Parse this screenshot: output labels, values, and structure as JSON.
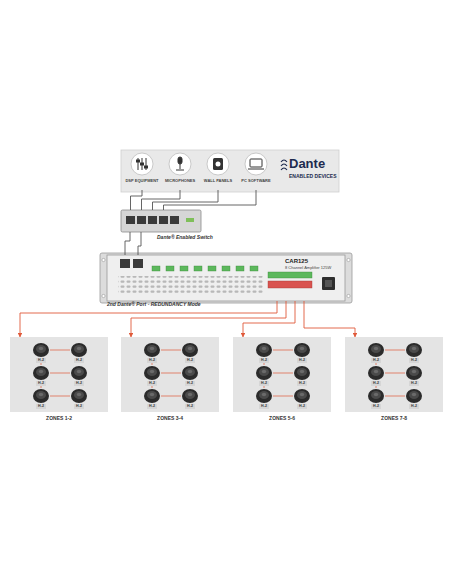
{
  "diagram": {
    "nodes": [
      {
        "text": [
          "Dante",
          "ENABLED DEVICES"
        ]
      },
      {
        "text": [
          "DSP EQUIPMENT"
        ],
        "in": 0
      },
      {
        "text": [
          "MICROPHONES"
        ],
        "in": 0
      },
      {
        "text": [
          "WALL PANELS"
        ],
        "in": 0
      },
      {
        "text": [
          "PC SOFTWARE"
        ],
        "in": 0
      },
      {
        "text": [
          "Dante® Enabled Switch"
        ]
      },
      {
        "text": [
          "CAR125",
          "8 Channel Amplifier 125W"
        ]
      },
      {
        "text": [
          "ZONES 1-2"
        ]
      },
      {
        "text": [
          "H-2"
        ],
        "in": 7
      },
      {
        "text": [
          "H-2"
        ],
        "in": 7
      },
      {
        "text": [
          "H-2"
        ],
        "in": 7
      },
      {
        "text": [
          "H-2"
        ],
        "in": 7
      },
      {
        "text": [
          "H-2"
        ],
        "in": 7
      },
      {
        "text": [
          "H-2"
        ],
        "in": 7
      },
      {
        "text": [
          "ZONES 3-4"
        ]
      },
      {
        "text": [
          "H-2"
        ],
        "in": 14
      },
      {
        "text": [
          "H-2"
        ],
        "in": 14
      },
      {
        "text": [
          "H-2"
        ],
        "in": 14
      },
      {
        "text": [
          "H-2"
        ],
        "in": 14
      },
      {
        "text": [
          "H-2"
        ],
        "in": 14
      },
      {
        "text": [
          "H-2"
        ],
        "in": 14
      },
      {
        "text": [
          "ZONES 5-6"
        ]
      },
      {
        "text": [
          "H-2"
        ],
        "in": 21
      },
      {
        "text": [
          "H-2"
        ],
        "in": 21
      },
      {
        "text": [
          "H-2"
        ],
        "in": 21
      },
      {
        "text": [
          "H-2"
        ],
        "in": 21
      },
      {
        "text": [
          "H-2"
        ],
        "in": 21
      },
      {
        "text": [
          "H-2"
        ],
        "in": 21
      },
      {
        "text": [
          "ZONES 7-8"
        ]
      },
      {
        "text": [
          "H-2"
        ],
        "in": 28
      },
      {
        "text": [
          "H-2"
        ],
        "in": 28
      },
      {
        "text": [
          "H-2"
        ],
        "in": 28
      },
      {
        "text": [
          "H-2"
        ],
        "in": 28
      },
      {
        "text": [
          "H-2"
        ],
        "in": 28
      },
      {
        "text": [
          "H-2"
        ],
        "in": 28
      }
    ],
    "edges": [
      {
        "from": 1,
        "to": 5,
        "arrow": "none"
      },
      {
        "from": 2,
        "to": 5,
        "arrow": "none"
      },
      {
        "from": 3,
        "to": 5,
        "arrow": "none"
      },
      {
        "from": 4,
        "to": 5,
        "arrow": "none"
      },
      {
        "from": 5,
        "to": 6,
        "arrow": "none"
      },
      {
        "from": 5,
        "to": 6,
        "arrow": "none"
      },
      {
        "from": 6,
        "to": 7,
        "arrow": "to"
      },
      {
        "from": 6,
        "to": 14,
        "arrow": "to"
      },
      {
        "from": 6,
        "to": 21,
        "arrow": "to"
      },
      {
        "from": 6,
        "to": 28,
        "arrow": "to"
      },
      {
        "from": 8,
        "to": 9,
        "arrow": "none"
      },
      {
        "from": 10,
        "to": 11,
        "arrow": "none"
      },
      {
        "from": 12,
        "to": 13,
        "arrow": "none"
      },
      {
        "from": 8,
        "to": 10,
        "arrow": "none"
      },
      {
        "from": 10,
        "to": 12,
        "arrow": "none"
      },
      {
        "from": 15,
        "to": 16,
        "arrow": "none"
      },
      {
        "from": 17,
        "to": 18,
        "arrow": "none"
      },
      {
        "from": 19,
        "to": 20,
        "arrow": "none"
      },
      {
        "from": 15,
        "to": 17,
        "arrow": "none"
      },
      {
        "from": 17,
        "to": 19,
        "arrow": "none"
      },
      {
        "from": 22,
        "to": 23,
        "arrow": "none"
      },
      {
        "from": 24,
        "to": 25,
        "arrow": "none"
      },
      {
        "from": 26,
        "to": 27,
        "arrow": "none"
      },
      {
        "from": 22,
        "to": 24,
        "arrow": "none"
      },
      {
        "from": 24,
        "to": 26,
        "arrow": "none"
      },
      {
        "from": 29,
        "to": 30,
        "arrow": "none"
      },
      {
        "from": 31,
        "to": 32,
        "arrow": "none"
      },
      {
        "from": 33,
        "to": 34,
        "arrow": "none"
      },
      {
        "from": 29,
        "to": 31,
        "arrow": "none"
      },
      {
        "from": 31,
        "to": 33,
        "arrow": "none"
      }
    ],
    "labels": [
      "2nd Dante® Port - REDUNDANCY Mode"
    ]
  }
}
